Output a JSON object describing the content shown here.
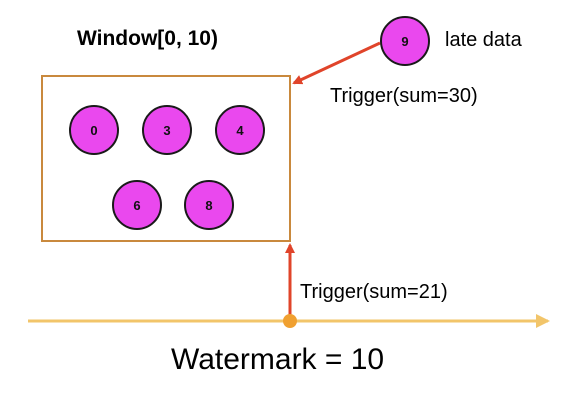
{
  "window": {
    "title": "Window[0, 10)",
    "events": [
      "0",
      "3",
      "4",
      "6",
      "8"
    ]
  },
  "late_event": {
    "value": "9",
    "label": "late data"
  },
  "triggers": {
    "late": "Trigger(sum=30)",
    "on_time": "Trigger(sum=21)"
  },
  "watermark": {
    "label": "Watermark = 10"
  },
  "colors": {
    "event_fill": "#ea48ee",
    "window_border": "#c9893d",
    "axis": "#f2c56a",
    "arrow": "#e0442a",
    "watermark_dot": "#f0a030"
  }
}
